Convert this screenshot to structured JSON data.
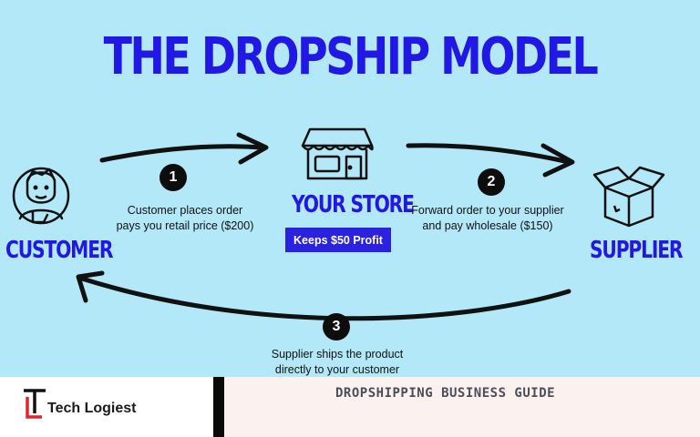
{
  "title": "THE DROPSHIP MODEL",
  "nodes": {
    "customer": "CUSTOMER",
    "store": "YOUR STORE",
    "supplier": "SUPPLIER"
  },
  "store_badge": "Keeps $50 Profit",
  "steps": [
    {
      "number": "1",
      "lines": [
        "Customer places order",
        "pays you retail price ($200)"
      ]
    },
    {
      "number": "2",
      "lines": [
        "Forward order to your supplier",
        "and pay wholesale ($150)"
      ]
    },
    {
      "number": "3",
      "lines": [
        "Supplier ships the product",
        "directly to your customer"
      ]
    }
  ],
  "footer": {
    "brand": "Tech Logiest",
    "guide_title": "DROPSHIPPING BUSINESS GUIDE"
  },
  "colors": {
    "background": "#b3e8f8",
    "accent": "#2218e6",
    "badge": "#2a22e0",
    "logo_red": "#e0262b"
  },
  "icons": [
    "customer-avatar-icon",
    "storefront-icon",
    "open-box-icon",
    "tech-logiest-logo"
  ]
}
